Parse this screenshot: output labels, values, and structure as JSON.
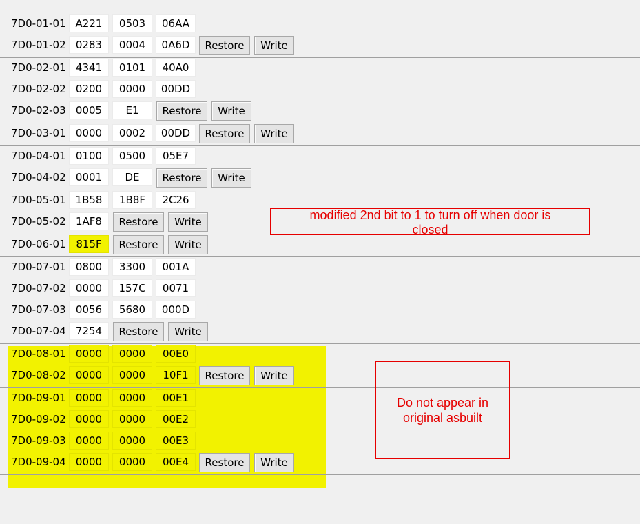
{
  "restore_label": "Restore",
  "write_label": "Write",
  "highlight_color": "#f2f200",
  "annotation_color": "#e60000",
  "rows": [
    {
      "label": "7D0-01-01",
      "cells": [
        "A221",
        "0503",
        "06AA"
      ]
    },
    {
      "label": "7D0-01-02",
      "cells": [
        "0283",
        "0004",
        "0A6D"
      ],
      "buttons": true
    },
    {
      "label": "7D0-02-01",
      "cells": [
        "4341",
        "0101",
        "40A0"
      ]
    },
    {
      "label": "7D0-02-02",
      "cells": [
        "0200",
        "0000",
        "00DD"
      ]
    },
    {
      "label": "7D0-02-03",
      "cells": [
        "0005",
        "E1"
      ],
      "buttons": true
    },
    {
      "label": "7D0-03-01",
      "cells": [
        "0000",
        "0002",
        "00DD"
      ],
      "buttons": true
    },
    {
      "label": "7D0-04-01",
      "cells": [
        "0100",
        "0500",
        "05E7"
      ]
    },
    {
      "label": "7D0-04-02",
      "cells": [
        "0001",
        "DE"
      ],
      "buttons": true
    },
    {
      "label": "7D0-05-01",
      "cells": [
        "1B58",
        "1B8F",
        "2C26"
      ]
    },
    {
      "label": "7D0-05-02",
      "cells": [
        "1AF8"
      ],
      "buttons": true
    },
    {
      "label": "7D0-06-01",
      "cells": [
        "815F"
      ],
      "buttons": true,
      "highlight_cell": 0
    },
    {
      "label": "7D0-07-01",
      "cells": [
        "0800",
        "3300",
        "001A"
      ]
    },
    {
      "label": "7D0-07-02",
      "cells": [
        "0000",
        "157C",
        "0071"
      ]
    },
    {
      "label": "7D0-07-03",
      "cells": [
        "0056",
        "5680",
        "000D"
      ]
    },
    {
      "label": "7D0-07-04",
      "cells": [
        "7254"
      ],
      "buttons": true
    },
    {
      "label": "7D0-08-01",
      "cells": [
        "0000",
        "0000",
        "00E0"
      ],
      "highlight_row": true
    },
    {
      "label": "7D0-08-02",
      "cells": [
        "0000",
        "0000",
        "10F1"
      ],
      "buttons": true,
      "highlight_row": true
    },
    {
      "label": "7D0-09-01",
      "cells": [
        "0000",
        "0000",
        "00E1"
      ],
      "highlight_row": true
    },
    {
      "label": "7D0-09-02",
      "cells": [
        "0000",
        "0000",
        "00E2"
      ],
      "highlight_row": true
    },
    {
      "label": "7D0-09-03",
      "cells": [
        "0000",
        "0000",
        "00E3"
      ],
      "highlight_row": true
    },
    {
      "label": "7D0-09-04",
      "cells": [
        "0000",
        "0000",
        "00E4"
      ],
      "buttons": true,
      "highlight_row": true
    }
  ],
  "annotations": {
    "door_note": "modified 2nd bit to 1 to turn off when door is closed",
    "asbuilt_note": "Do not appear in original asbuilt"
  }
}
